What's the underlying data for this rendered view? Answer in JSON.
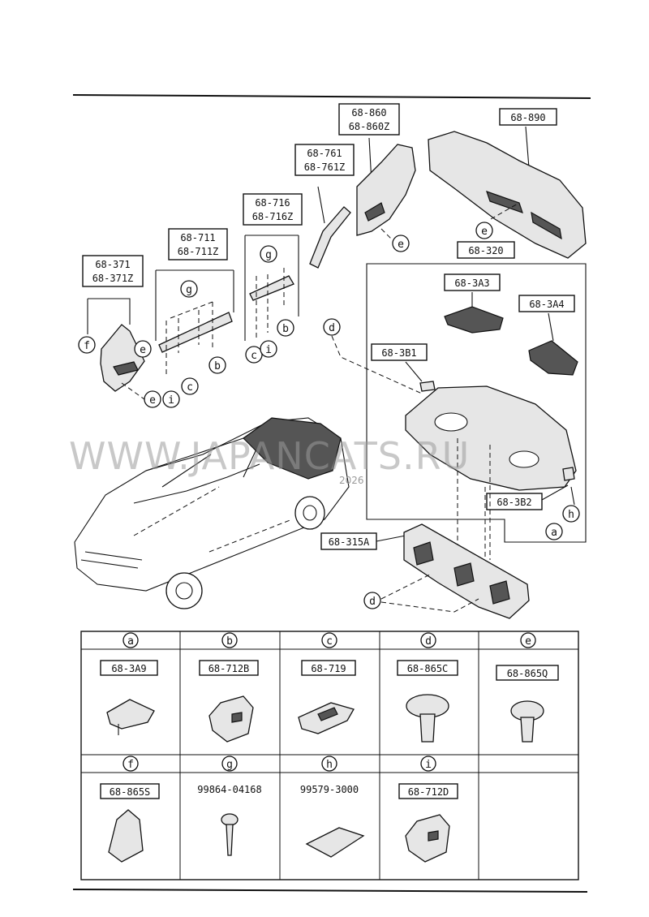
{
  "callouts": {
    "p68_371": [
      "68-371",
      "68-371Z"
    ],
    "p68_711": [
      "68-711",
      "68-711Z"
    ],
    "p68_716": [
      "68-716",
      "68-716Z"
    ],
    "p68_761": [
      "68-761",
      "68-761Z"
    ],
    "p68_860": [
      "68-860",
      "68-860Z"
    ],
    "p68_890": "68-890",
    "p68_320": "68-320",
    "p68_3A3": "68-3A3",
    "p68_3A4": "68-3A4",
    "p68_3B1": "68-3B1",
    "p68_3B2": "68-3B2",
    "p68_315A": "68-315A"
  },
  "letters": {
    "a": "a",
    "b": "b",
    "c": "c",
    "d": "d",
    "e": "e",
    "f": "f",
    "g": "g",
    "h": "h",
    "i": "i"
  },
  "fastener_table": {
    "row1": [
      {
        "letter": "a",
        "code": "68-3A9",
        "boxed": true
      },
      {
        "letter": "b",
        "code": "68-712B",
        "boxed": true
      },
      {
        "letter": "c",
        "code": "68-719",
        "boxed": true
      },
      {
        "letter": "d",
        "code": "68-865C",
        "boxed": true
      },
      {
        "letter": "e",
        "code": "68-865Q",
        "boxed": true
      }
    ],
    "row2": [
      {
        "letter": "f",
        "code": "68-865S",
        "boxed": true
      },
      {
        "letter": "g",
        "code": "99864-04168",
        "boxed": false
      },
      {
        "letter": "h",
        "code": "99579-3000",
        "boxed": false
      },
      {
        "letter": "i",
        "code": "68-712D",
        "boxed": true
      }
    ]
  },
  "watermark": {
    "main": "WWW.JAPANCATS.RU",
    "small": "2026"
  }
}
